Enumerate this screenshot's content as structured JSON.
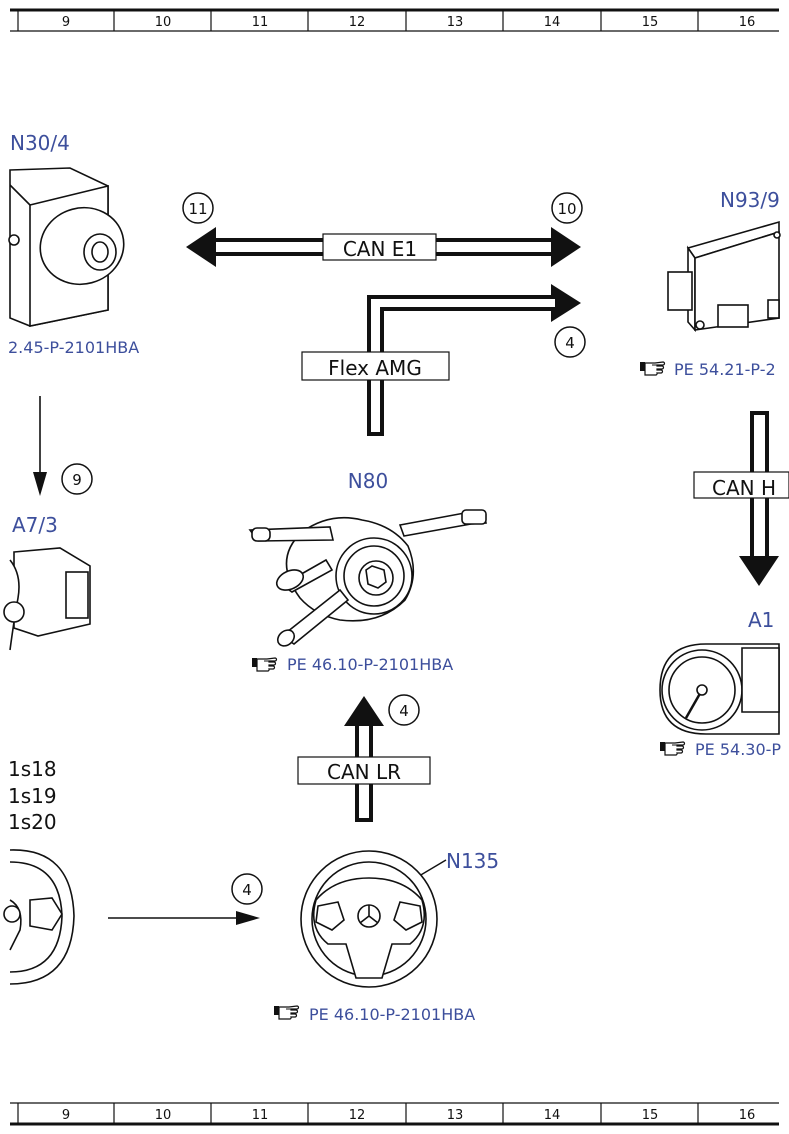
{
  "grid_ruler": {
    "columns": [
      "9",
      "10",
      "11",
      "12",
      "13",
      "14",
      "15",
      "16"
    ]
  },
  "components": {
    "n30_4": {
      "label": "N30/4",
      "ref": "2.45-P-2101HBA"
    },
    "n93_9": {
      "label": "N93/9",
      "ref": "PE 54.21-P-2"
    },
    "a7_3": {
      "label": "A7/3"
    },
    "n80": {
      "label": "N80",
      "ref": "PE 46.10-P-2101HBA"
    },
    "a1": {
      "label": "A1",
      "ref": "PE 54.30-P"
    },
    "n135": {
      "label": "N135",
      "ref": "PE 46.10-P-2101HBA"
    },
    "switches": {
      "lines": [
        "1s18",
        "1s19",
        "1s20"
      ]
    }
  },
  "buses": {
    "can_e1": "CAN E1",
    "flex_amg": "Flex AMG",
    "can_h": "CAN H",
    "can_lr": "CAN LR"
  },
  "connection_numbers": {
    "c11": "11",
    "c10": "10",
    "c4_flex": "4",
    "c9": "9",
    "c4_lr": "4",
    "c4_steer": "4"
  },
  "colors": {
    "component_label": "#3d4f9c",
    "line": "#111111"
  },
  "icons": {
    "reference": "pointing-hand-icon"
  }
}
